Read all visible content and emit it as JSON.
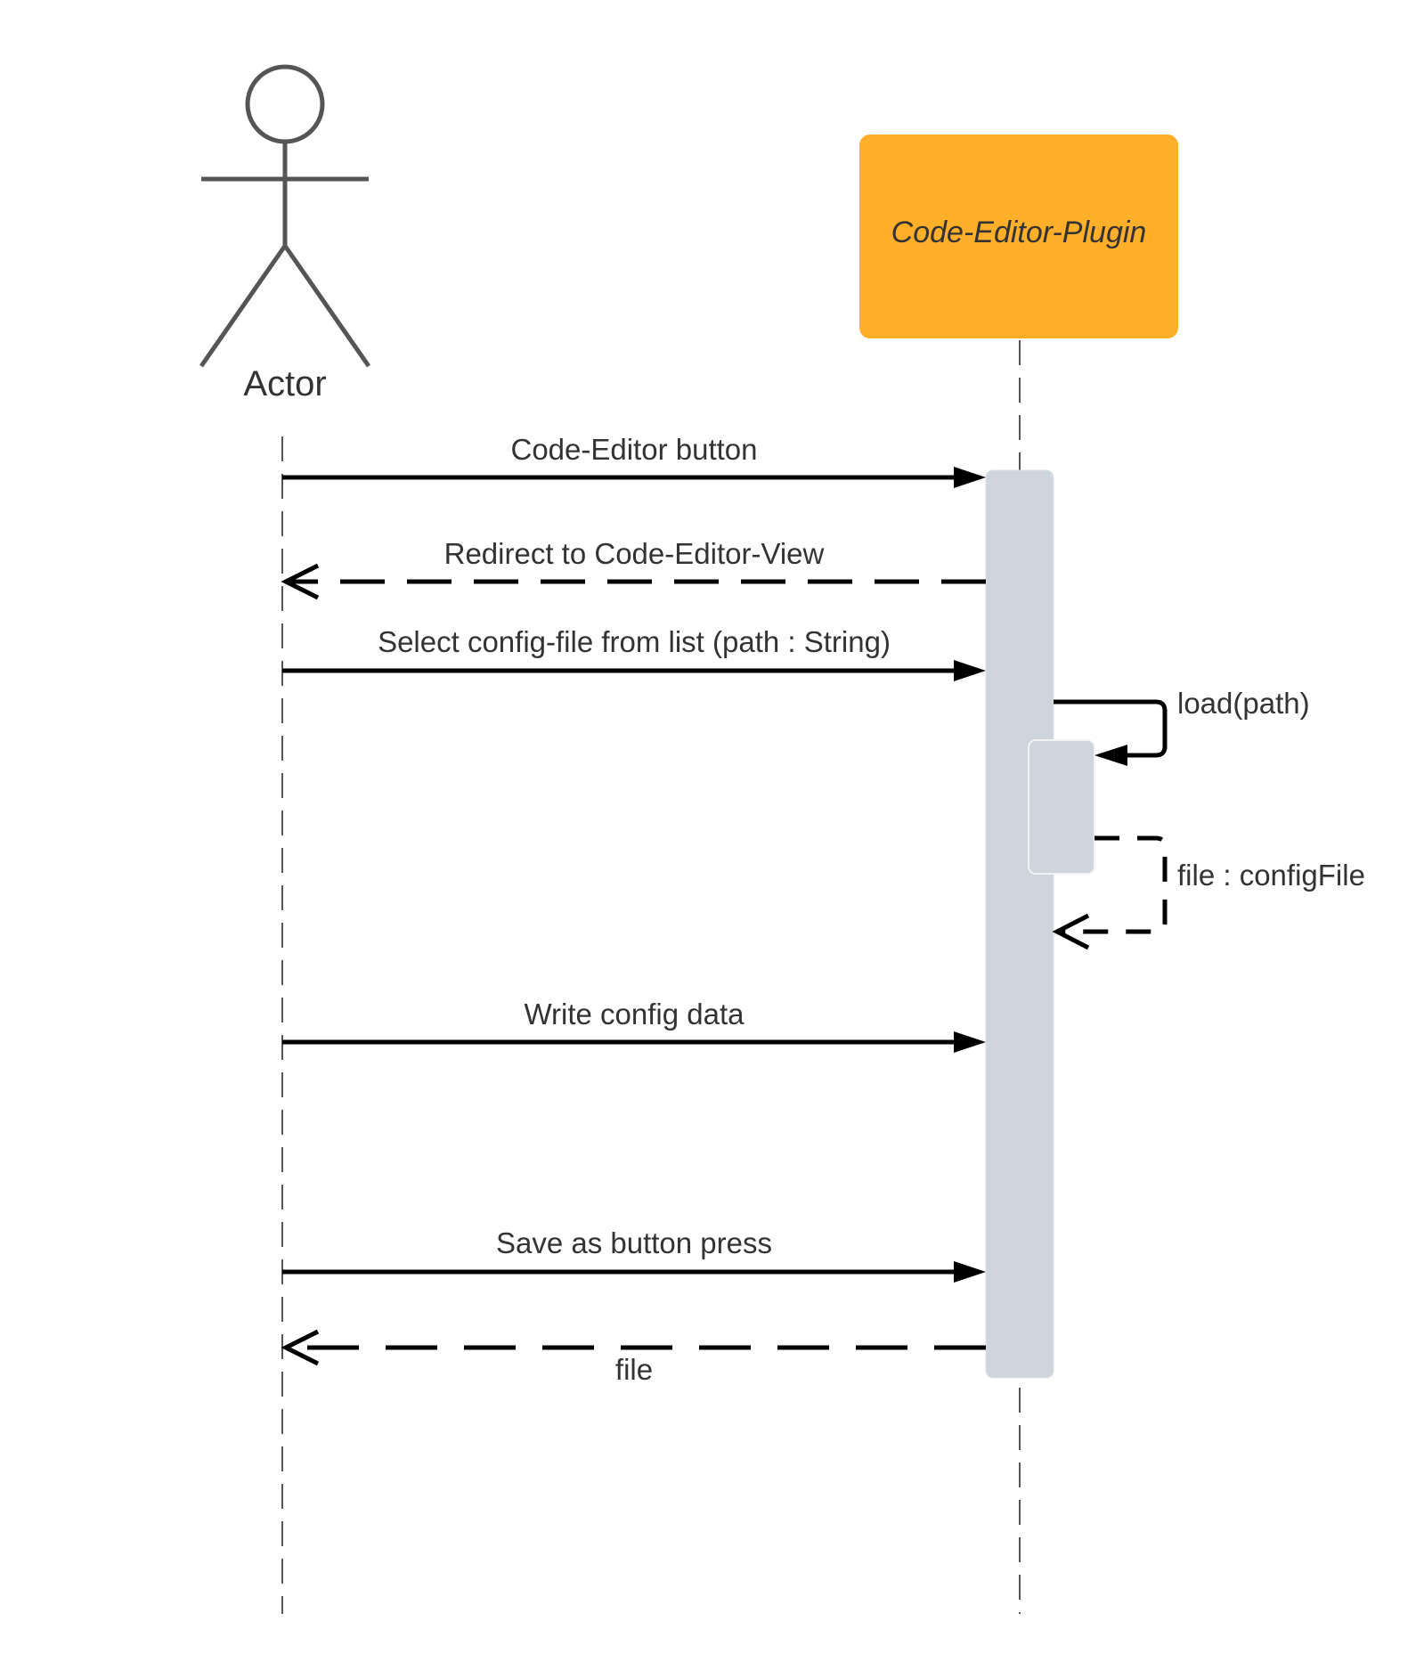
{
  "participants": {
    "actor": {
      "label": "Actor"
    },
    "plugin": {
      "label": "Code-Editor-Plugin"
    }
  },
  "messages": [
    {
      "label": "Code-Editor button",
      "kind": "sync"
    },
    {
      "label": "Redirect to Code-Editor-View",
      "kind": "return"
    },
    {
      "label": "Select config-file from list (path : String)",
      "kind": "sync"
    },
    {
      "label": "load(path)",
      "kind": "self-call"
    },
    {
      "label": "file : configFile",
      "kind": "self-return"
    },
    {
      "label": "Write config data",
      "kind": "sync"
    },
    {
      "label": "Save as button press",
      "kind": "sync"
    },
    {
      "label": "file",
      "kind": "return"
    }
  ],
  "colors": {
    "plugin_box": "#FFAF2A",
    "activation": "#CFD5DC",
    "actor_stroke": "#555555",
    "line": "#000000",
    "lifeline": "#555555",
    "text": "#333333"
  }
}
